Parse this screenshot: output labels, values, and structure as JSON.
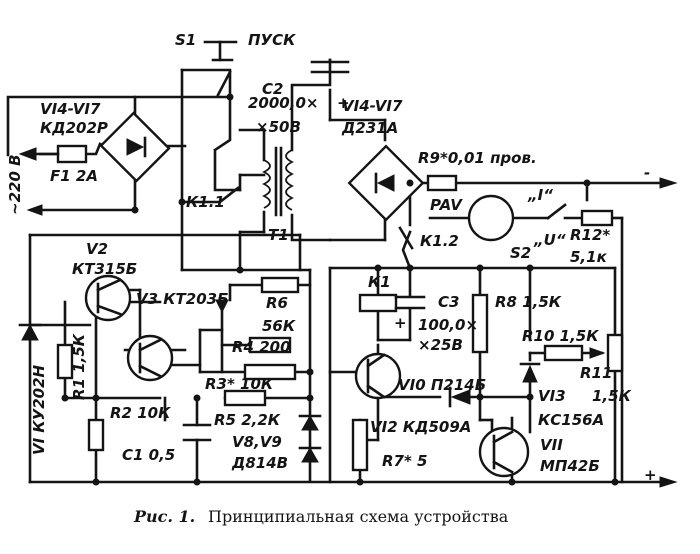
{
  "labels": {
    "s1": "S1",
    "start": "ПУСК",
    "c2a": "C2",
    "c2b": "2000,0×",
    "c2c": "×50В",
    "vd1": "VI4-VI7",
    "vd2": "Д231А",
    "vd3": "VI4-VI7",
    "vd4": "КД202Р",
    "f1": "F1  2А",
    "v220": "~220 В",
    "k11": "К1.1",
    "t1": "Т1",
    "r9": "R9*0,01 пров.",
    "pav": "PAV",
    "sw_i": "„I“",
    "sw_u": "„U“",
    "s2": "S2",
    "r12a": "R12*",
    "r12b": "5,1к",
    "k12": "К1.2",
    "k1": "К1",
    "c3a": "С3",
    "c3b": "100,0×",
    "c3c": "×25В",
    "r8": "R8  1,5К",
    "r10": "R10  1,5К",
    "r11a": "R11",
    "r11b": "1,5К",
    "v13a": "VI3",
    "v13b": "КС156А",
    "v10": "VI0  П214Б",
    "v12": "VI2  КД509А",
    "v11a": "VII",
    "v11b": "МП42Б",
    "r7": "R7* 5",
    "v2a": "V2",
    "v2b": "КТ315Б",
    "v3": "V3  КТ203Б",
    "r6a": "R6",
    "r6b": "56К",
    "r4": "R4  200",
    "r3": "R3* 10К",
    "r5": "R5  2,2К",
    "v89a": "V8,V9",
    "v89b": "Д814В",
    "r2": "R2  10К",
    "c1": "С1  0,5",
    "r1": "R1  1,5К",
    "v1": "VI  КУ202Н",
    "plus": "+",
    "minus": "-",
    "cplus": "+",
    "cap_num": "Рис. 1.",
    "cap_text": "Принципиальная схема устройства"
  }
}
